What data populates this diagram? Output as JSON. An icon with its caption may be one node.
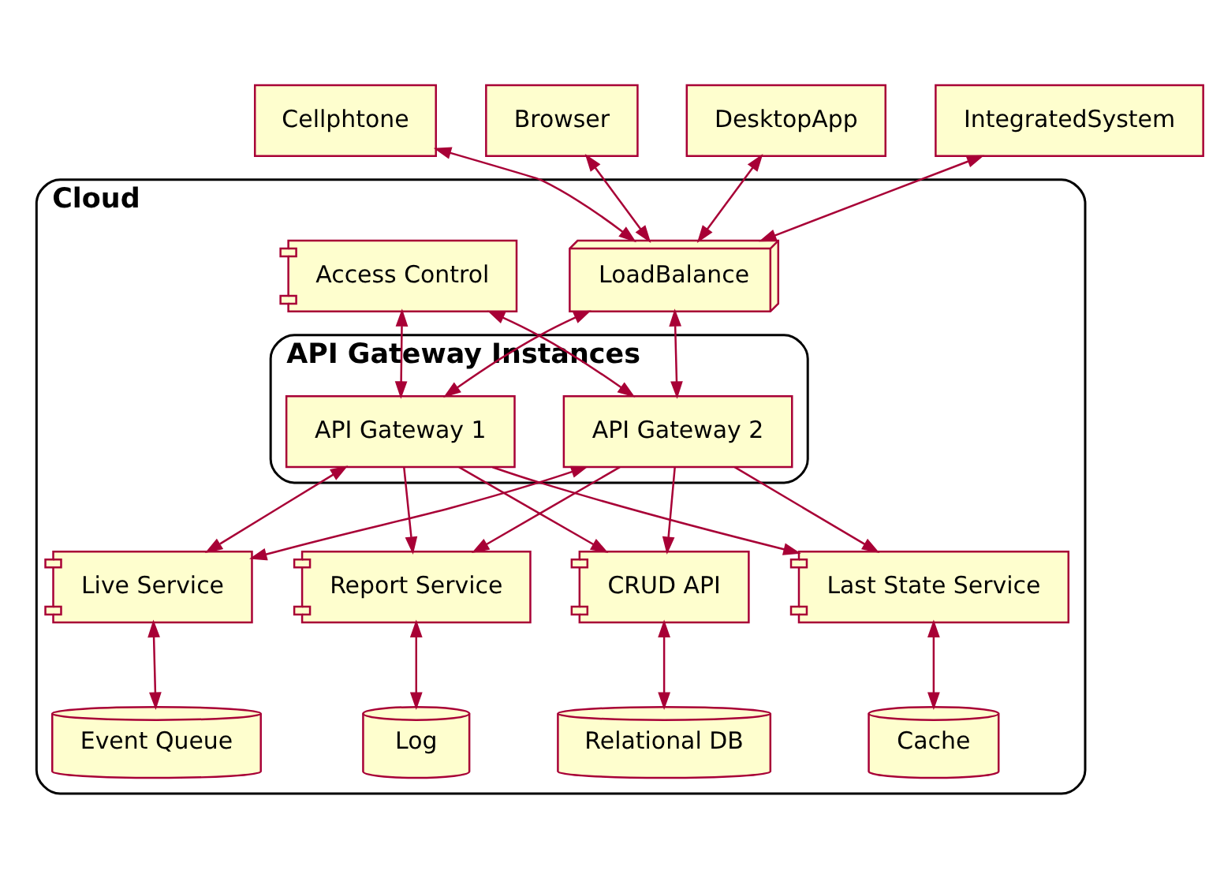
{
  "diagram": {
    "nodes": [
      {
        "text": [
          "Cellphtone"
        ]
      },
      {
        "text": [
          "Browser"
        ]
      },
      {
        "text": [
          "DesktopApp"
        ]
      },
      {
        "text": [
          "IntegratedSystem"
        ]
      },
      {
        "text": [
          "Cloud"
        ]
      },
      {
        "text": [
          "LoadBalance"
        ],
        "in": 4
      },
      {
        "text": [
          "Access Control"
        ],
        "in": 4
      },
      {
        "text": [
          "API Gateway Instances"
        ],
        "in": 4
      },
      {
        "text": [
          "API Gateway 2"
        ],
        "in": 7
      },
      {
        "text": [
          "API Gateway 1"
        ],
        "in": 7
      },
      {
        "text": [
          "Live Service"
        ],
        "in": 4
      },
      {
        "text": [
          "Report Service"
        ],
        "in": 4
      },
      {
        "text": [
          "CRUD API"
        ],
        "in": 4
      },
      {
        "text": [
          "Last State Service"
        ],
        "in": 4
      },
      {
        "text": [
          "Event Queue"
        ],
        "in": 4
      },
      {
        "text": [
          "Log"
        ],
        "in": 4
      },
      {
        "text": [
          "Relational DB"
        ],
        "in": 4
      },
      {
        "text": [
          "Cache"
        ],
        "in": 4
      }
    ],
    "edges": [
      {
        "from": 0,
        "to": 5,
        "arrow": "both"
      },
      {
        "from": 1,
        "to": 5,
        "arrow": "both"
      },
      {
        "from": 2,
        "to": 5,
        "arrow": "both"
      },
      {
        "from": 3,
        "to": 5,
        "arrow": "both"
      },
      {
        "from": 5,
        "to": 8,
        "arrow": "both"
      },
      {
        "from": 5,
        "to": 9,
        "arrow": "both"
      },
      {
        "from": 6,
        "to": 8,
        "arrow": "both"
      },
      {
        "from": 6,
        "to": 9,
        "arrow": "both"
      },
      {
        "from": 8,
        "to": 10,
        "arrow": "both"
      },
      {
        "from": 8,
        "to": 11,
        "arrow": "to"
      },
      {
        "from": 8,
        "to": 12,
        "arrow": "to"
      },
      {
        "from": 8,
        "to": 13,
        "arrow": "to"
      },
      {
        "from": 9,
        "to": 10,
        "arrow": "both"
      },
      {
        "from": 9,
        "to": 11,
        "arrow": "to"
      },
      {
        "from": 9,
        "to": 12,
        "arrow": "to"
      },
      {
        "from": 9,
        "to": 13,
        "arrow": "to"
      },
      {
        "from": 10,
        "to": 14,
        "arrow": "both"
      },
      {
        "from": 11,
        "to": 15,
        "arrow": "both"
      },
      {
        "from": 12,
        "to": 16,
        "arrow": "both"
      },
      {
        "from": 13,
        "to": 17,
        "arrow": "both"
      }
    ]
  }
}
